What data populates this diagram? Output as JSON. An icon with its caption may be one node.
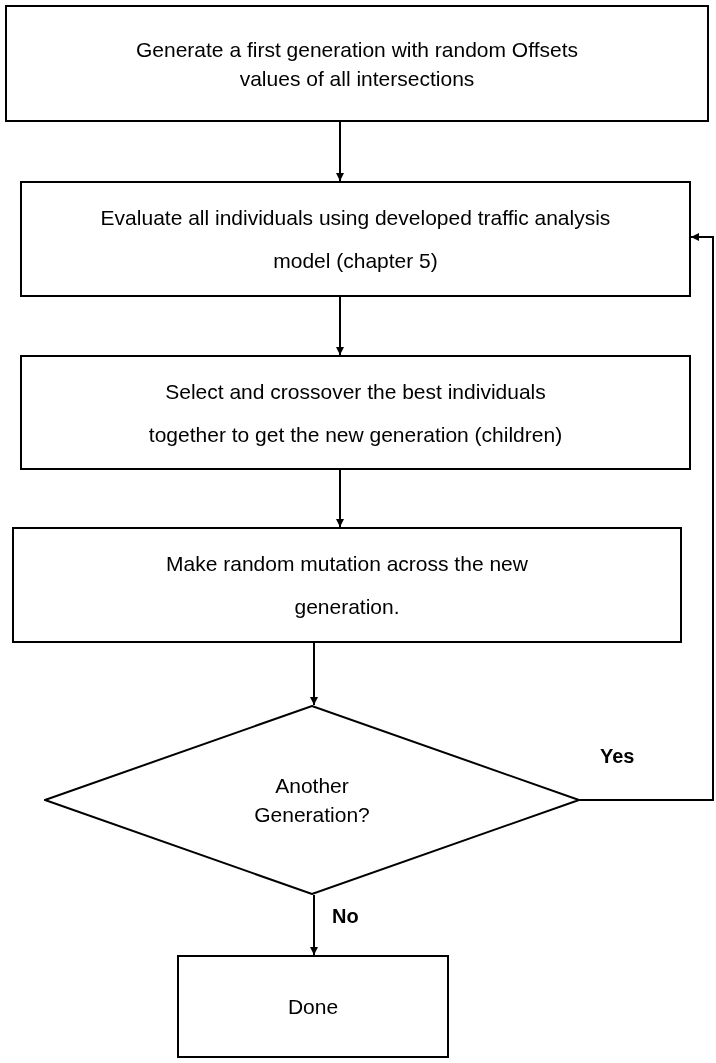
{
  "diagram": {
    "nodes": [
      {
        "text": [
          "Generate a first generation with random Offsets values of all intersections"
        ]
      },
      {
        "text": [
          "Evaluate all individuals using developed traffic analysis model (chapter 5)"
        ]
      },
      {
        "text": [
          "Select and crossover the best individuals together to get the new generation (children)"
        ]
      },
      {
        "text": [
          "Make random mutation across the new generation."
        ]
      },
      {
        "text": [
          "Another Generation?"
        ]
      },
      {
        "text": [
          "Done"
        ]
      }
    ],
    "edges": [
      {
        "from": 0,
        "to": 1,
        "arrow": "to"
      },
      {
        "from": 1,
        "to": 2,
        "arrow": "to"
      },
      {
        "from": 2,
        "to": 3,
        "arrow": "to"
      },
      {
        "from": 3,
        "to": 4,
        "arrow": "to"
      },
      {
        "from": 4,
        "to": 1,
        "arrow": "to",
        "label": "Yes"
      },
      {
        "from": 4,
        "to": 5,
        "arrow": "to",
        "label": "No"
      }
    ]
  }
}
